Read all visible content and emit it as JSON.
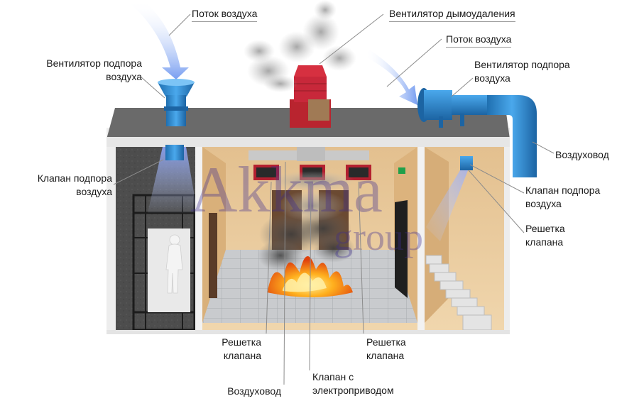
{
  "watermark": {
    "main": "Akkma",
    "sub": "group"
  },
  "labels": {
    "airflow_left": "Поток воздуха",
    "smoke_fan": "Вентилятор дымоудаления",
    "airflow_right": "Поток воздуха",
    "supply_fan_left": [
      "Вентилятор подпора",
      "воздуха"
    ],
    "supply_fan_right": [
      "Вентилятор подпора",
      "воздуха"
    ],
    "duct_right": "Воздуховод",
    "valve_left": [
      "Клапан подпора",
      "воздуха"
    ],
    "valve_right": [
      "Клапан подпора",
      "воздуха"
    ],
    "grille_right": [
      "Решетка",
      "клапана"
    ],
    "grille_bottom_left": [
      "Решетка",
      "клапана"
    ],
    "grille_bottom_right": [
      "Решетка",
      "клапана"
    ],
    "duct_bottom": "Воздуховод",
    "motor_valve": [
      "Клапан с",
      "электроприводом"
    ]
  },
  "colors": {
    "fan_blue": "#2e8fd6",
    "smoke_fan_red": "#c8283a",
    "wall_beige": "#e9c99a",
    "roof_gray": "#6e6e6e",
    "floor_tile": "#c7c9cc",
    "airflow_blue": "#7fa6f2",
    "leader_line": "#8c8c8c"
  },
  "icons": [
    "airflow-arrow-icon",
    "smoke-icon",
    "fire-icon",
    "person-icon",
    "exit-sign-icon"
  ]
}
